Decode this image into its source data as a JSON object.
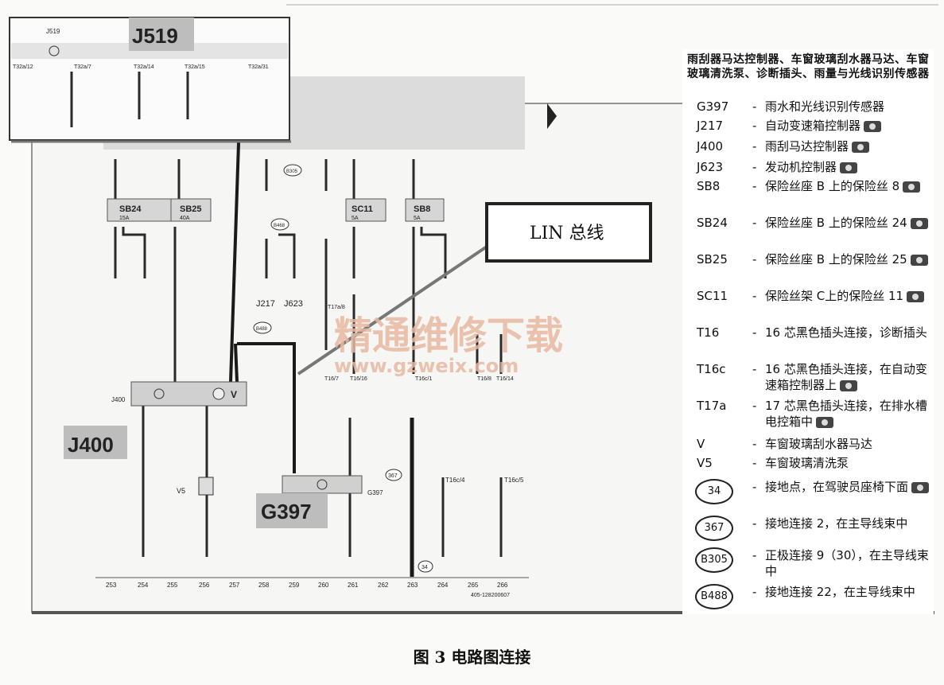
{
  "labels": {
    "j519_box": "J519",
    "j519_small": "J519",
    "j400_box": "J400",
    "j400_small": "J400",
    "g397_box": "G397",
    "g397_small": "G397",
    "lin_bus": "LIN 总线",
    "j217": "J217",
    "j623": "J623",
    "v": "V",
    "v5": "V5"
  },
  "fuses": [
    {
      "name": "SB24",
      "amp": "15A"
    },
    {
      "name": "SB25",
      "amp": "40A"
    },
    {
      "name": "SC11",
      "amp": "5A"
    },
    {
      "name": "SB8",
      "amp": "5A"
    }
  ],
  "top_pins": [
    "T32a/12",
    "T32a/7",
    "T32a/14",
    "T32a/15",
    "T32a/31"
  ],
  "grounds": [
    "B305",
    "B488",
    "B468",
    "367",
    "34"
  ],
  "connectors": [
    "T17a/8",
    "T16/7",
    "T16/16",
    "T16c/1",
    "T16/8",
    "T16/14",
    "T16c/4",
    "T16c/5"
  ],
  "column_numbers": [
    "253",
    "254",
    "255",
    "256",
    "257",
    "258",
    "259",
    "260",
    "261",
    "262",
    "263",
    "264",
    "265",
    "266"
  ],
  "drawing_ref": "405-128200607",
  "watermark": {
    "title": "精通维修下载",
    "url": "www.gzweix.com"
  },
  "legend": {
    "title": "雨刮器马达控制器、车窗玻璃刮水器马达、车窗玻璃清洗泵、诊断插头、雨量与光线识别传感器",
    "items": [
      {
        "code": "G397",
        "desc": "雨水和光线识别传感器",
        "cam": false
      },
      {
        "code": "J217",
        "desc": "自动变速箱控制器",
        "cam": true
      },
      {
        "code": "J400",
        "desc": "雨刮马达控制器",
        "cam": true
      },
      {
        "code": "J623",
        "desc": "发动机控制器",
        "cam": true
      },
      {
        "code": "SB8",
        "desc": "保险丝座 B 上的保险丝 8",
        "cam": true
      },
      {
        "code": "SB24",
        "desc": "保险丝座 B 上的保险丝 24",
        "cam": true
      },
      {
        "code": "SB25",
        "desc": "保险丝座 B 上的保险丝 25",
        "cam": true
      },
      {
        "code": "SC11",
        "desc": "保险丝架 C上的保险丝 11",
        "cam": true
      },
      {
        "code": "T16",
        "desc": "16 芯黑色插头连接，诊断插头",
        "cam": false
      },
      {
        "code": "T16c",
        "desc": "16 芯黑色插头连接，在自动变速箱控制器上",
        "cam": true
      },
      {
        "code": "T17a",
        "desc": "17 芯黑色插头连接，在排水槽电控箱中",
        "cam": true
      },
      {
        "code": "V",
        "desc": "车窗玻璃刮水器马达",
        "cam": false
      },
      {
        "code": "V5",
        "desc": "车窗玻璃清洗泵",
        "cam": false
      }
    ],
    "circled": [
      {
        "code": "34",
        "desc": "接地点，在驾驶员座椅下面",
        "cam": true
      },
      {
        "code": "367",
        "desc": "接地连接 2，在主导线束中",
        "cam": false
      },
      {
        "code": "B305",
        "desc": "正极连接 9（30），在主导线束中",
        "cam": false
      },
      {
        "code": "B488",
        "desc": "接地连接 22，在主导线束中",
        "cam": false
      }
    ]
  },
  "caption": "图 3 电路图连接",
  "colors": {
    "box_fill": "#bdbdbd",
    "wire": "#2a2a2a",
    "watermark": "#e8b8a0",
    "fuse_fill": "#d6d6d6"
  }
}
